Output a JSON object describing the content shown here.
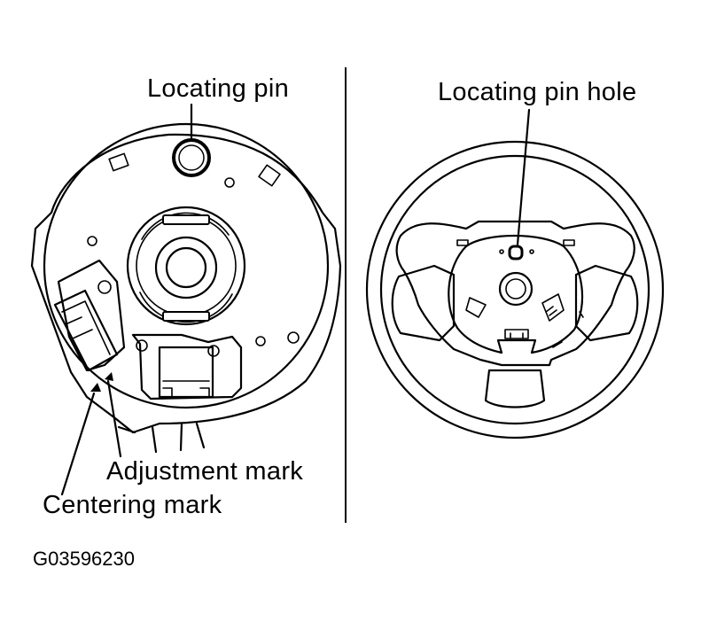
{
  "labels": {
    "locating_pin": "Locating pin",
    "adjustment_mark": "Adjustment mark",
    "centering_mark": "Centering mark",
    "locating_pin_hole": "Locating pin hole"
  },
  "figure_id": "G03596230"
}
